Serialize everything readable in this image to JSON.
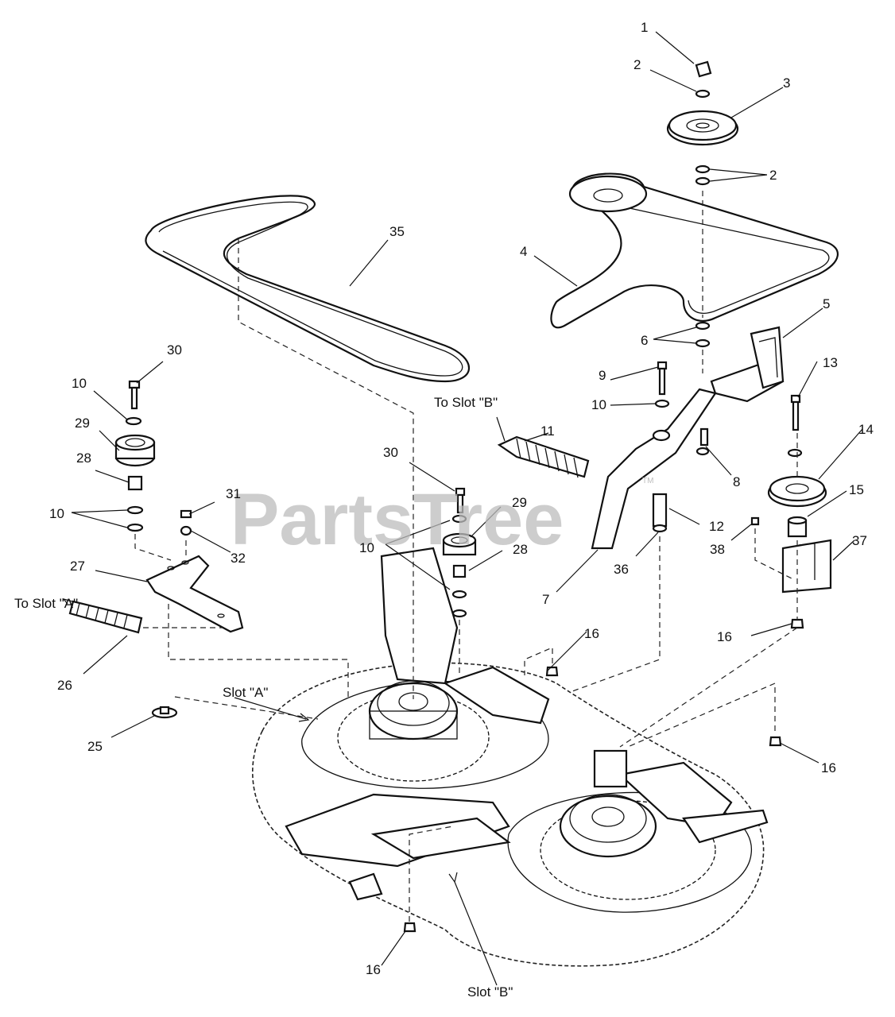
{
  "watermark": "PartsTree",
  "watermark_mark": "TM",
  "callouts": {
    "c1": "1",
    "c2a": "2",
    "c2b": "2",
    "c3": "3",
    "c4": "4",
    "c5": "5",
    "c6": "6",
    "c7": "7",
    "c8": "8",
    "c9": "9",
    "c10a": "10",
    "c10b": "10",
    "c10c": "10",
    "c10d": "10",
    "c11": "11",
    "c12": "12",
    "c13": "13",
    "c14": "14",
    "c15": "15",
    "c16a": "16",
    "c16b": "16",
    "c16c": "16",
    "c16d": "16",
    "c25": "25",
    "c26": "26",
    "c27": "27",
    "c28a": "28",
    "c28b": "28",
    "c29a": "29",
    "c29b": "29",
    "c30a": "30",
    "c30b": "30",
    "c31": "31",
    "c32": "32",
    "c35": "35",
    "c36": "36",
    "c37": "37",
    "c38": "38"
  },
  "annotations": {
    "to_slot_a": "To Slot \"A\"",
    "to_slot_b": "To Slot \"B\"",
    "slot_a": "Slot \"A\"",
    "slot_b": "Slot \"B\""
  }
}
